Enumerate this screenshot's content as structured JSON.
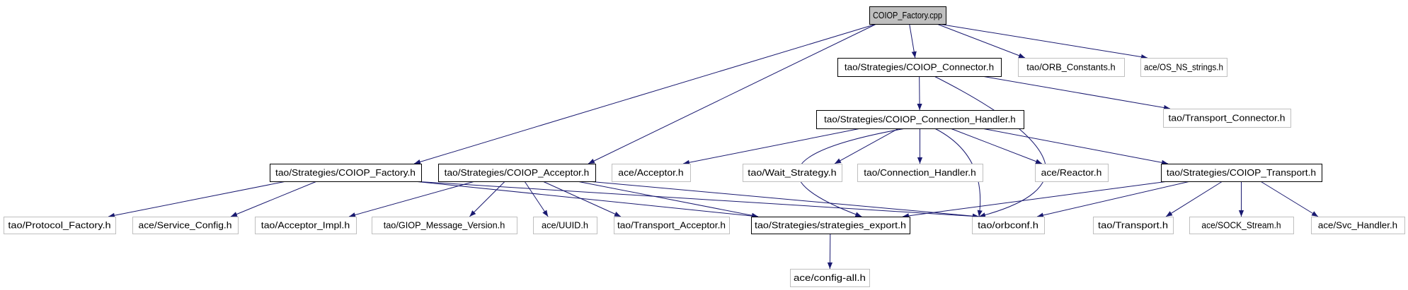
{
  "graph": {
    "edge_color": "#191970",
    "root_fill": "#bfbfbf",
    "documented_border": "#000000",
    "external_border": "#bfbfbf",
    "nodes": [
      {
        "id": "cpp",
        "label": "COIOP_Factory.cpp",
        "kind": "root"
      },
      {
        "id": "connector",
        "label": "tao/Strategies/COIOP_Connector.h",
        "kind": "documented"
      },
      {
        "id": "orbconst",
        "label": "tao/ORB_Constants.h",
        "kind": "external"
      },
      {
        "id": "osns",
        "label": "ace/OS_NS_strings.h",
        "kind": "external"
      },
      {
        "id": "tconn",
        "label": "tao/Transport_Connector.h",
        "kind": "external"
      },
      {
        "id": "connh",
        "label": "tao/Strategies/COIOP_Connection_Handler.h",
        "kind": "documented"
      },
      {
        "id": "factoryh",
        "label": "tao/Strategies/COIOP_Factory.h",
        "kind": "documented"
      },
      {
        "id": "acceptorh",
        "label": "tao/Strategies/COIOP_Acceptor.h",
        "kind": "documented"
      },
      {
        "id": "aceacc",
        "label": "ace/Acceptor.h",
        "kind": "external"
      },
      {
        "id": "wait",
        "label": "tao/Wait_Strategy.h",
        "kind": "external"
      },
      {
        "id": "chandler",
        "label": "tao/Connection_Handler.h",
        "kind": "external"
      },
      {
        "id": "reactor",
        "label": "ace/Reactor.h",
        "kind": "external"
      },
      {
        "id": "transporth",
        "label": "tao/Strategies/COIOP_Transport.h",
        "kind": "documented"
      },
      {
        "id": "protof",
        "label": "tao/Protocol_Factory.h",
        "kind": "external"
      },
      {
        "id": "svcconf",
        "label": "ace/Service_Config.h",
        "kind": "external"
      },
      {
        "id": "accimpl",
        "label": "tao/Acceptor_Impl.h",
        "kind": "external"
      },
      {
        "id": "giop",
        "label": "tao/GIOP_Message_Version.h",
        "kind": "external"
      },
      {
        "id": "uuid",
        "label": "ace/UUID.h",
        "kind": "external"
      },
      {
        "id": "tacc",
        "label": "tao/Transport_Acceptor.h",
        "kind": "external"
      },
      {
        "id": "export",
        "label": "tao/Strategies/strategies_export.h",
        "kind": "documented"
      },
      {
        "id": "orbconf",
        "label": "tao/orbconf.h",
        "kind": "external"
      },
      {
        "id": "transport",
        "label": "tao/Transport.h",
        "kind": "external"
      },
      {
        "id": "sock",
        "label": "ace/SOCK_Stream.h",
        "kind": "external"
      },
      {
        "id": "svch",
        "label": "ace/Svc_Handler.h",
        "kind": "external"
      },
      {
        "id": "configall",
        "label": "ace/config-all.h",
        "kind": "external"
      }
    ],
    "edges": [
      [
        "cpp",
        "connector"
      ],
      [
        "cpp",
        "orbconst"
      ],
      [
        "cpp",
        "osns"
      ],
      [
        "cpp",
        "factoryh"
      ],
      [
        "cpp",
        "acceptorh"
      ],
      [
        "connector",
        "connh"
      ],
      [
        "connector",
        "tconn"
      ],
      [
        "connector",
        "orbconf"
      ],
      [
        "connh",
        "aceacc"
      ],
      [
        "connh",
        "wait"
      ],
      [
        "connh",
        "chandler"
      ],
      [
        "connh",
        "reactor"
      ],
      [
        "connh",
        "transporth"
      ],
      [
        "connh",
        "export"
      ],
      [
        "connh",
        "orbconf"
      ],
      [
        "factoryh",
        "protof"
      ],
      [
        "factoryh",
        "svcconf"
      ],
      [
        "factoryh",
        "export"
      ],
      [
        "factoryh",
        "orbconf"
      ],
      [
        "acceptorh",
        "accimpl"
      ],
      [
        "acceptorh",
        "giop"
      ],
      [
        "acceptorh",
        "uuid"
      ],
      [
        "acceptorh",
        "tacc"
      ],
      [
        "acceptorh",
        "export"
      ],
      [
        "acceptorh",
        "orbconf"
      ],
      [
        "transporth",
        "export"
      ],
      [
        "transporth",
        "orbconf"
      ],
      [
        "transporth",
        "transport"
      ],
      [
        "transporth",
        "sock"
      ],
      [
        "transporth",
        "svch"
      ],
      [
        "export",
        "configall"
      ]
    ]
  }
}
